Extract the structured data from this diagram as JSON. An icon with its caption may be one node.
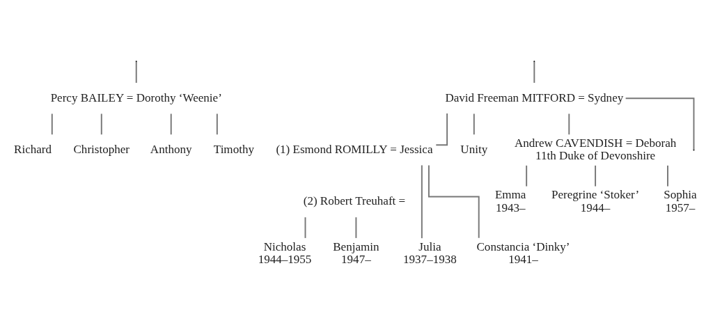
{
  "diagram": {
    "nodes": [
      {
        "text": [
          "David Freeman MITFORD = Sydney"
        ]
      },
      {
        "text": [
          "Percy BAILEY = Dorothy ‘Weenie’"
        ]
      },
      {
        "text": [
          "(1) Esmond ROMILLY = Jessica"
        ]
      },
      {
        "text": [
          "Richard"
        ]
      },
      {
        "text": [
          "Christopher"
        ]
      },
      {
        "text": [
          "(2) Robert Treuhaft ="
        ]
      },
      {
        "text": [
          "Unity"
        ]
      },
      {
        "text": [
          "Andrew CAVENDISH = Deborah",
          "11th Duke of Devonshire"
        ]
      },
      {
        "text": [
          "Anthony"
        ]
      },
      {
        "text": [
          "Timothy"
        ]
      },
      {
        "text": [
          "Emma",
          "1943–"
        ]
      },
      {
        "text": [
          "Peregrine ‘Stoker’",
          "1944–"
        ]
      },
      {
        "text": [
          "Sophia",
          "1957–"
        ]
      },
      {
        "text": [
          "Julia",
          "1937–1938"
        ]
      },
      {
        "text": [
          "Constancia ‘Dinky’",
          "1941–"
        ]
      },
      {
        "text": [
          "Nicholas",
          "1944–1955"
        ]
      },
      {
        "text": [
          "Benjamin",
          "1947–"
        ]
      }
    ],
    "edges": [
      {
        "from": null,
        "to": 0,
        "arrow": "none"
      },
      {
        "from": null,
        "to": 1,
        "arrow": "none"
      },
      {
        "from": 0,
        "to": null,
        "arrow": "none"
      },
      {
        "from": 0,
        "to": 6,
        "arrow": "none"
      },
      {
        "from": 0,
        "to": 2,
        "arrow": "none"
      },
      {
        "from": 0,
        "to": 7,
        "arrow": "none"
      },
      {
        "from": 1,
        "to": 3,
        "arrow": "none"
      },
      {
        "from": 1,
        "to": 8,
        "arrow": "none"
      },
      {
        "from": 1,
        "to": 4,
        "arrow": "none"
      },
      {
        "from": 1,
        "to": 9,
        "arrow": "none"
      },
      {
        "from": 7,
        "to": 10,
        "arrow": "none"
      },
      {
        "from": 7,
        "to": 11,
        "arrow": "none"
      },
      {
        "from": 7,
        "to": 12,
        "arrow": "none"
      },
      {
        "from": 2,
        "to": 13,
        "arrow": "none"
      },
      {
        "from": 2,
        "to": 14,
        "arrow": "none"
      },
      {
        "from": 5,
        "to": 15,
        "arrow": "none"
      },
      {
        "from": 5,
        "to": 16,
        "arrow": "none"
      }
    ]
  }
}
